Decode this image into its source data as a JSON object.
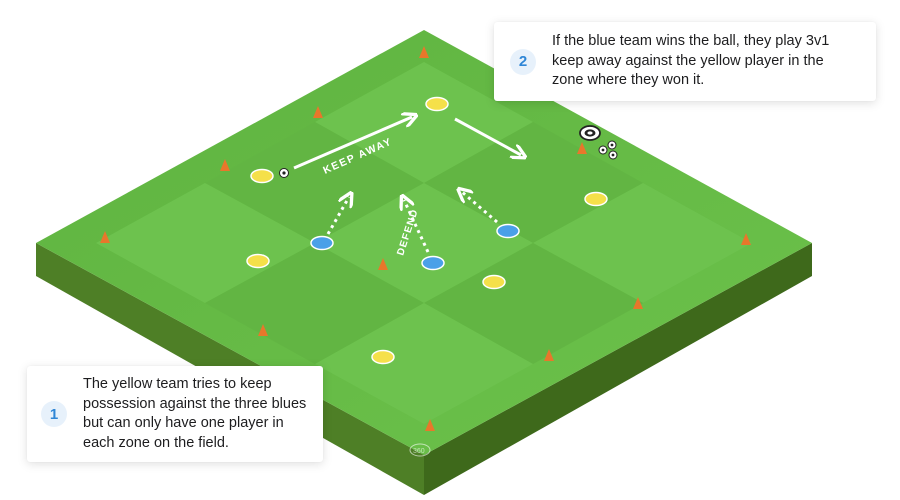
{
  "field_labels": {
    "keep_away": "KEEP AWAY",
    "defend": "DEFEND",
    "logo": "360"
  },
  "notes": [
    {
      "number": "2",
      "text": "If the blue team wins the ball, they play 3v1 keep away against the yellow player in the zone where they won it."
    },
    {
      "number": "1",
      "text": "The yellow team tries to keep possession against the three blues but can only have one player in each zone on the field."
    }
  ],
  "colors": {
    "field_light": "#6cbf4a",
    "field_dark": "#5aab3c",
    "side_left": "#4d7f25",
    "side_right": "#3f6b1c",
    "yellow_player": "#f5e04a",
    "blue_player": "#4aa0e8",
    "cone": "#e8772b",
    "arrow": "#ffffff"
  },
  "icons": [
    "cone-icon",
    "soccer-ball-icon",
    "coach-marker-icon"
  ]
}
